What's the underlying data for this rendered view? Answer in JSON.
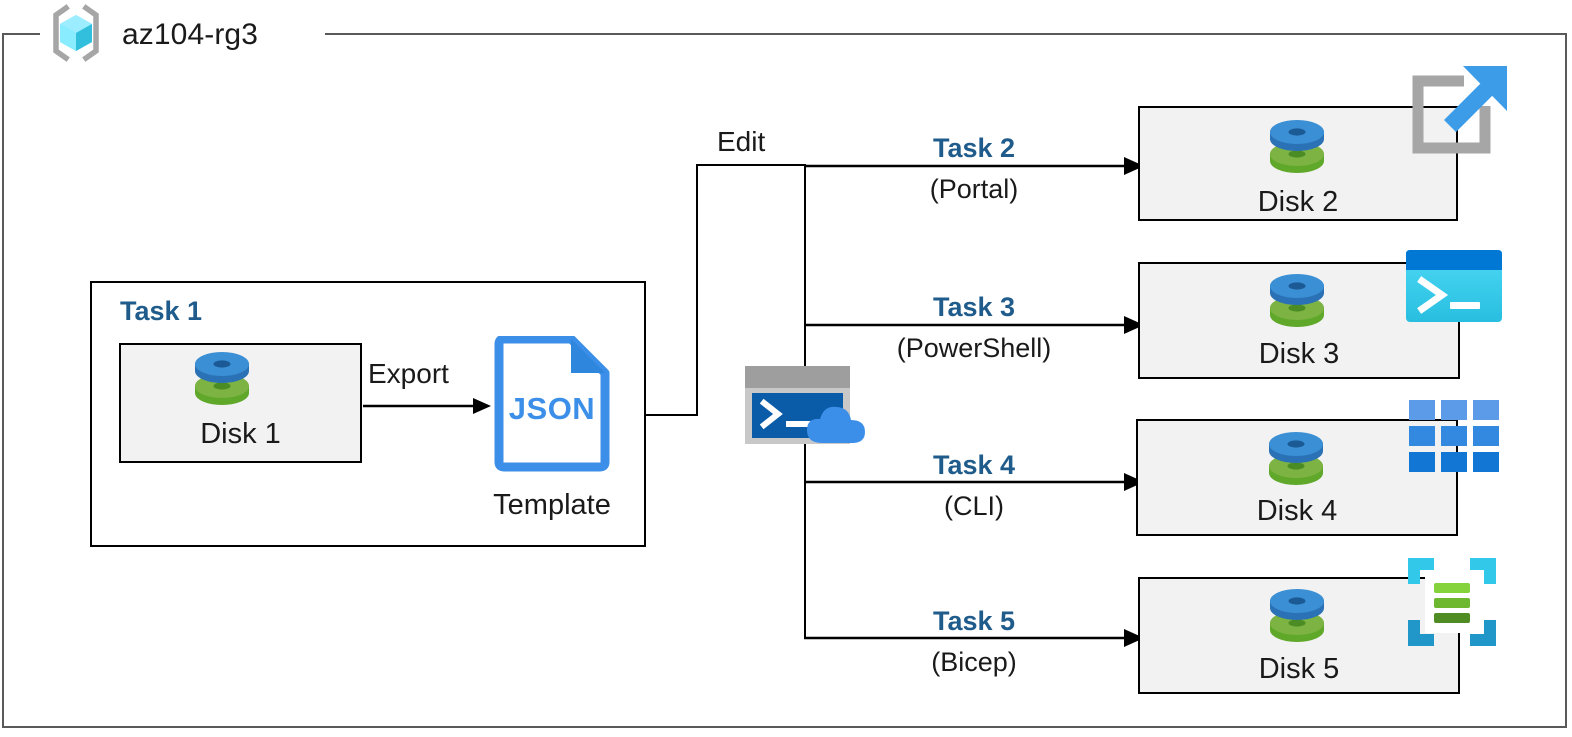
{
  "diagram": {
    "title": "az104-rg3",
    "resource_group_icon": "azure-resource-group-icon",
    "colors": {
      "task_blue": "#1F5C8B",
      "box_fill": "#f2f2f2",
      "box_stroke": "#000000",
      "frame_stroke": "#595959",
      "json_blue": "#3C8FE8",
      "disk_top": "#3B8FD4",
      "disk_bottom": "#7CB342",
      "powershell_cyan": "#32C8EA",
      "powershell_titlebar": "#0078D4",
      "cli_blue": "#2E8AE0",
      "bicep_cyan": "#32C8EA",
      "bicep_green": "#76C043",
      "cloudshell_gray": "#9E9E9E",
      "cloudshell_terminal": "#0A5BA8",
      "cloudshell_cloud": "#3C8FE8",
      "portal_bracket": "#A6A6A6",
      "portal_arrow": "#3C9CE8"
    }
  },
  "task1": {
    "label": "Task 1",
    "source_disk": {
      "caption": "Disk 1",
      "icon": "disk-icon"
    },
    "export_label": "Export",
    "template": {
      "icon": "json-file-icon",
      "badge_text": "JSON",
      "caption": "Template"
    }
  },
  "edit": {
    "label": "Edit",
    "shell_icon": "cloud-shell-icon"
  },
  "branches": [
    {
      "task": "Task 2",
      "method": "(Portal)",
      "disk_caption": "Disk 2",
      "tool_icon": "azure-portal-icon"
    },
    {
      "task": "Task 3",
      "method": "(PowerShell)",
      "disk_caption": "Disk 3",
      "tool_icon": "powershell-icon"
    },
    {
      "task": "Task 4",
      "method": "(CLI)",
      "disk_caption": "Disk 4",
      "tool_icon": "azure-cli-icon"
    },
    {
      "task": "Task 5",
      "method": "(Bicep)",
      "disk_caption": "Disk 5",
      "tool_icon": "bicep-icon"
    }
  ]
}
